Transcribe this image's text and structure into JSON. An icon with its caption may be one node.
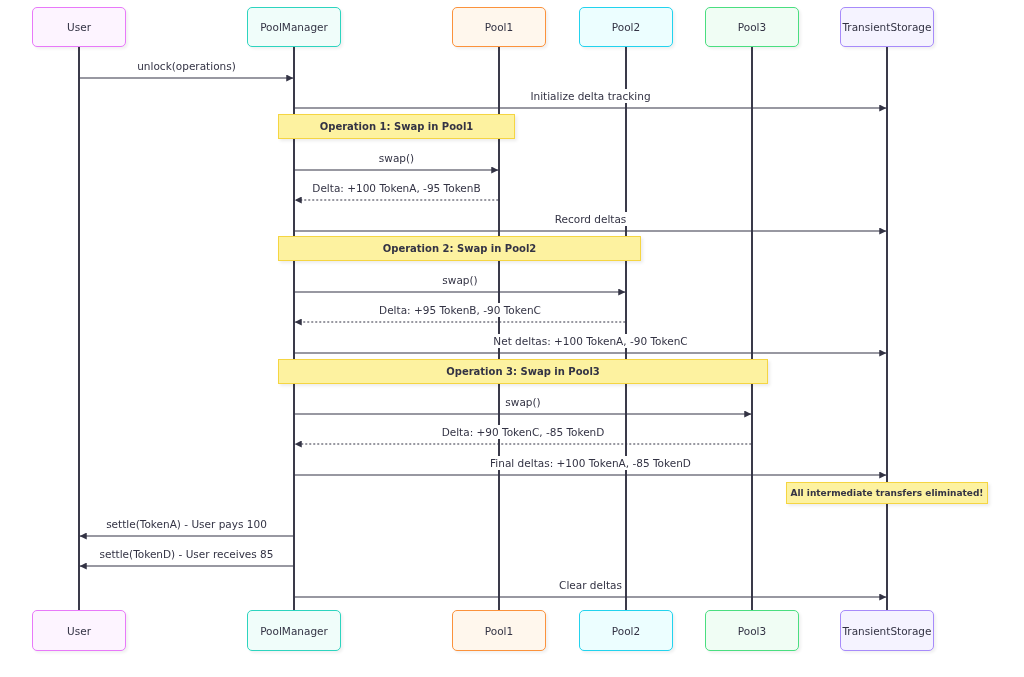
{
  "diagram": {
    "nodes": [
      {
        "text": [
          "User"
        ]
      },
      {
        "text": [
          "PoolManager"
        ]
      },
      {
        "text": [
          "Pool1"
        ]
      },
      {
        "text": [
          "Pool2"
        ]
      },
      {
        "text": [
          "Pool3"
        ]
      },
      {
        "text": [
          "TransientStorage"
        ]
      },
      {
        "text": [],
        "shape": "bar"
      },
      {
        "text": [],
        "shape": "bar"
      },
      {
        "text": [],
        "shape": "bar"
      },
      {
        "text": [],
        "shape": "bar"
      },
      {
        "text": [],
        "shape": "bar"
      },
      {
        "text": [],
        "shape": "bar"
      },
      {
        "text": [
          "Operation 1: Swap in Pool1"
        ]
      },
      {
        "text": [
          "Operation 2: Swap in Pool2"
        ]
      },
      {
        "text": [
          "Operation 3: Swap in Pool3"
        ]
      },
      {
        "text": [
          "All intermediate transfers eliminated!"
        ]
      },
      {
        "text": [
          "User"
        ]
      },
      {
        "text": [
          "PoolManager"
        ]
      },
      {
        "text": [
          "Pool1"
        ]
      },
      {
        "text": [
          "Pool2"
        ]
      },
      {
        "text": [
          "Pool3"
        ]
      },
      {
        "text": [
          "TransientStorage"
        ]
      }
    ],
    "edges": [
      {
        "from": 6,
        "to": 7,
        "arrow": "to",
        "label": "unlock(operations)"
      },
      {
        "from": 7,
        "to": 11,
        "arrow": "to",
        "label": "Initialize delta tracking"
      },
      {
        "from": 7,
        "to": 8,
        "arrow": "to",
        "label": "swap()"
      },
      {
        "from": 8,
        "to": 7,
        "arrow": "to",
        "label": "Delta: +100 TokenA, -95 TokenB",
        "style": "dashed"
      },
      {
        "from": 7,
        "to": 11,
        "arrow": "to",
        "label": "Record deltas"
      },
      {
        "from": 7,
        "to": 9,
        "arrow": "to",
        "label": "swap()"
      },
      {
        "from": 9,
        "to": 7,
        "arrow": "to",
        "label": "Delta: +95 TokenB, -90 TokenC",
        "style": "dashed"
      },
      {
        "from": 7,
        "to": 11,
        "arrow": "to",
        "label": "Net deltas: +100 TokenA, -90 TokenC"
      },
      {
        "from": 7,
        "to": 10,
        "arrow": "to",
        "label": "swap()"
      },
      {
        "from": 10,
        "to": 7,
        "arrow": "to",
        "label": "Delta: +90 TokenC, -85 TokenD",
        "style": "dashed"
      },
      {
        "from": 7,
        "to": 11,
        "arrow": "to",
        "label": "Final deltas: +100 TokenA, -85 TokenD"
      },
      {
        "from": 7,
        "to": 6,
        "arrow": "to",
        "label": "settle(TokenA) - User pays 100"
      },
      {
        "from": 7,
        "to": 6,
        "arrow": "to",
        "label": "settle(TokenD) - User receives 85"
      },
      {
        "from": 7,
        "to": 11,
        "arrow": "to",
        "label": "Clear deltas"
      }
    ]
  }
}
